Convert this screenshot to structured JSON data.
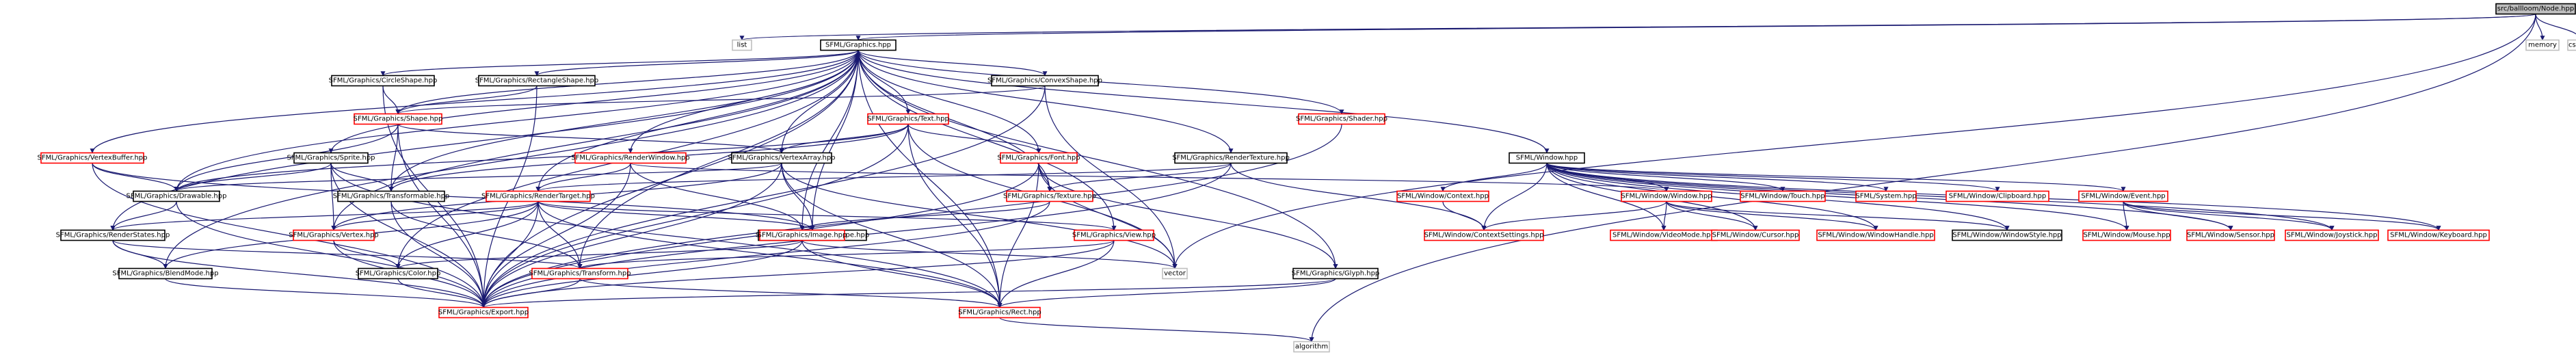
{
  "colors": {
    "edge": "#191970",
    "border_black": "#000000",
    "border_gray": "#bfbfbf",
    "border_red": "#ff0000",
    "root_fill": "#bfbfbf",
    "fill": "#ffffff",
    "text": "#000000"
  },
  "nodes": [
    {
      "id": "root",
      "label": "src/ballloom/Node.hpp",
      "kind": "root"
    },
    {
      "id": "list",
      "label": "list",
      "kind": "gray"
    },
    {
      "id": "memory",
      "label": "memory",
      "kind": "gray"
    },
    {
      "id": "cstdint",
      "label": "cstdint",
      "kind": "gray"
    },
    {
      "id": "graphics",
      "label": "SFML/Graphics.hpp",
      "kind": "black"
    },
    {
      "id": "circleshape",
      "label": "SFML/Graphics/CircleShape.hpp",
      "kind": "black"
    },
    {
      "id": "rectshape",
      "label": "SFML/Graphics/RectangleShape.hpp",
      "kind": "black"
    },
    {
      "id": "convexshape",
      "label": "SFML/Graphics/ConvexShape.hpp",
      "kind": "black"
    },
    {
      "id": "shape",
      "label": "SFML/Graphics/Shape.hpp",
      "kind": "red"
    },
    {
      "id": "text",
      "label": "SFML/Graphics/Text.hpp",
      "kind": "red"
    },
    {
      "id": "shader",
      "label": "SFML/Graphics/Shader.hpp",
      "kind": "red"
    },
    {
      "id": "vertexbuffer",
      "label": "SFML/Graphics/VertexBuffer.hpp",
      "kind": "red"
    },
    {
      "id": "sprite",
      "label": "SFML/Graphics/Sprite.hpp",
      "kind": "black"
    },
    {
      "id": "renderwindow",
      "label": "SFML/Graphics/RenderWindow.hpp",
      "kind": "red"
    },
    {
      "id": "vertexarray",
      "label": "SFML/Graphics/VertexArray.hpp",
      "kind": "black"
    },
    {
      "id": "font",
      "label": "SFML/Graphics/Font.hpp",
      "kind": "red"
    },
    {
      "id": "rendertexture",
      "label": "SFML/Graphics/RenderTexture.hpp",
      "kind": "black"
    },
    {
      "id": "drawable",
      "label": "SFML/Graphics/Drawable.hpp",
      "kind": "black"
    },
    {
      "id": "transformable",
      "label": "SFML/Graphics/Transformable.hpp",
      "kind": "black"
    },
    {
      "id": "rendertarget",
      "label": "SFML/Graphics/RenderTarget.hpp",
      "kind": "red"
    },
    {
      "id": "texture",
      "label": "SFML/Graphics/Texture.hpp",
      "kind": "red"
    },
    {
      "id": "renderstates",
      "label": "SFML/Graphics/RenderStates.hpp",
      "kind": "black"
    },
    {
      "id": "vertex",
      "label": "SFML/Graphics/Vertex.hpp",
      "kind": "red"
    },
    {
      "id": "primitivetype",
      "label": "SFML/Graphics/PrimitiveType.hpp",
      "kind": "black"
    },
    {
      "id": "image",
      "label": "SFML/Graphics/Image.hpp",
      "kind": "red"
    },
    {
      "id": "view",
      "label": "SFML/Graphics/View.hpp",
      "kind": "red"
    },
    {
      "id": "blendmode",
      "label": "SFML/Graphics/BlendMode.hpp",
      "kind": "black"
    },
    {
      "id": "color",
      "label": "SFML/Graphics/Color.hpp",
      "kind": "black"
    },
    {
      "id": "transform",
      "label": "SFML/Graphics/Transform.hpp",
      "kind": "red"
    },
    {
      "id": "vector",
      "label": "vector",
      "kind": "gray"
    },
    {
      "id": "glyph",
      "label": "SFML/Graphics/Glyph.hpp",
      "kind": "black"
    },
    {
      "id": "export",
      "label": "SFML/Graphics/Export.hpp",
      "kind": "red"
    },
    {
      "id": "rect",
      "label": "SFML/Graphics/Rect.hpp",
      "kind": "red"
    },
    {
      "id": "algorithm",
      "label": "algorithm",
      "kind": "gray"
    },
    {
      "id": "window",
      "label": "SFML/Window.hpp",
      "kind": "black"
    },
    {
      "id": "wcontext",
      "label": "SFML/Window/Context.hpp",
      "kind": "red"
    },
    {
      "id": "wwindow",
      "label": "SFML/Window/Window.hpp",
      "kind": "red"
    },
    {
      "id": "wtouch",
      "label": "SFML/Window/Touch.hpp",
      "kind": "red"
    },
    {
      "id": "system",
      "label": "SFML/System.hpp",
      "kind": "red"
    },
    {
      "id": "wclipboard",
      "label": "SFML/Window/Clipboard.hpp",
      "kind": "red"
    },
    {
      "id": "wevent",
      "label": "SFML/Window/Event.hpp",
      "kind": "red"
    },
    {
      "id": "wcontextsettings",
      "label": "SFML/Window/ContextSettings.hpp",
      "kind": "red"
    },
    {
      "id": "wvideomode",
      "label": "SFML/Window/VideoMode.hpp",
      "kind": "red"
    },
    {
      "id": "wcursor",
      "label": "SFML/Window/Cursor.hpp",
      "kind": "red"
    },
    {
      "id": "wwindowhandle",
      "label": "SFML/Window/WindowHandle.hpp",
      "kind": "red"
    },
    {
      "id": "wwindowstyle",
      "label": "SFML/Window/WindowStyle.hpp",
      "kind": "black"
    },
    {
      "id": "wmouse",
      "label": "SFML/Window/Mouse.hpp",
      "kind": "red"
    },
    {
      "id": "wsensor",
      "label": "SFML/Window/Sensor.hpp",
      "kind": "red"
    },
    {
      "id": "wjoystick",
      "label": "SFML/Window/Joystick.hpp",
      "kind": "red"
    },
    {
      "id": "wkeyboard",
      "label": "SFML/Window/Keyboard.hpp",
      "kind": "red"
    }
  ],
  "edges": [
    [
      "root",
      "list"
    ],
    [
      "root",
      "graphics"
    ],
    [
      "root",
      "memory"
    ],
    [
      "root",
      "cstdint"
    ],
    [
      "root",
      "vector"
    ],
    [
      "root",
      "algorithm"
    ],
    [
      "graphics",
      "circleshape"
    ],
    [
      "graphics",
      "rectshape"
    ],
    [
      "graphics",
      "convexshape"
    ],
    [
      "graphics",
      "shape"
    ],
    [
      "graphics",
      "text"
    ],
    [
      "graphics",
      "shader"
    ],
    [
      "graphics",
      "vertexbuffer"
    ],
    [
      "graphics",
      "sprite"
    ],
    [
      "graphics",
      "renderwindow"
    ],
    [
      "graphics",
      "vertexarray"
    ],
    [
      "graphics",
      "font"
    ],
    [
      "graphics",
      "rendertexture"
    ],
    [
      "graphics",
      "drawable"
    ],
    [
      "graphics",
      "transformable"
    ],
    [
      "graphics",
      "rendertarget"
    ],
    [
      "graphics",
      "texture"
    ],
    [
      "graphics",
      "renderstates"
    ],
    [
      "graphics",
      "vertex"
    ],
    [
      "graphics",
      "primitivetype"
    ],
    [
      "graphics",
      "image"
    ],
    [
      "graphics",
      "view"
    ],
    [
      "graphics",
      "blendmode"
    ],
    [
      "graphics",
      "color"
    ],
    [
      "graphics",
      "transform"
    ],
    [
      "graphics",
      "glyph"
    ],
    [
      "graphics",
      "export"
    ],
    [
      "graphics",
      "rect"
    ],
    [
      "graphics",
      "window"
    ],
    [
      "circleshape",
      "shape"
    ],
    [
      "circleshape",
      "export"
    ],
    [
      "rectshape",
      "shape"
    ],
    [
      "rectshape",
      "export"
    ],
    [
      "convexshape",
      "shape"
    ],
    [
      "convexshape",
      "export"
    ],
    [
      "convexshape",
      "vector"
    ],
    [
      "shape",
      "drawable"
    ],
    [
      "shape",
      "transformable"
    ],
    [
      "shape",
      "vertexarray"
    ],
    [
      "shape",
      "export"
    ],
    [
      "text",
      "drawable"
    ],
    [
      "text",
      "transformable"
    ],
    [
      "text",
      "font"
    ],
    [
      "text",
      "vertexarray"
    ],
    [
      "text",
      "export"
    ],
    [
      "text",
      "rect"
    ],
    [
      "text",
      "vector"
    ],
    [
      "shader",
      "export"
    ],
    [
      "vertexbuffer",
      "drawable"
    ],
    [
      "vertexbuffer",
      "primitivetype"
    ],
    [
      "vertexbuffer",
      "export"
    ],
    [
      "sprite",
      "drawable"
    ],
    [
      "sprite",
      "transformable"
    ],
    [
      "sprite",
      "vertex"
    ],
    [
      "sprite",
      "export"
    ],
    [
      "sprite",
      "rect"
    ],
    [
      "renderwindow",
      "rendertarget"
    ],
    [
      "renderwindow",
      "image"
    ],
    [
      "renderwindow",
      "wwindow"
    ],
    [
      "renderwindow",
      "export"
    ],
    [
      "vertexarray",
      "drawable"
    ],
    [
      "vertexarray",
      "vertex"
    ],
    [
      "vertexarray",
      "primitivetype"
    ],
    [
      "vertexarray",
      "export"
    ],
    [
      "vertexarray",
      "rect"
    ],
    [
      "vertexarray",
      "vector"
    ],
    [
      "font",
      "glyph"
    ],
    [
      "font",
      "texture"
    ],
    [
      "font",
      "export"
    ],
    [
      "font",
      "rect"
    ],
    [
      "font",
      "vector"
    ],
    [
      "rendertexture",
      "rendertarget"
    ],
    [
      "rendertexture",
      "texture"
    ],
    [
      "rendertexture",
      "wcontextsettings"
    ],
    [
      "rendertexture",
      "export"
    ],
    [
      "drawable",
      "renderstates"
    ],
    [
      "drawable",
      "export"
    ],
    [
      "transformable",
      "transform"
    ],
    [
      "transformable",
      "export"
    ],
    [
      "rendertarget",
      "renderstates"
    ],
    [
      "rendertarget",
      "vertex"
    ],
    [
      "rendertarget",
      "primitivetype"
    ],
    [
      "rendertarget",
      "view"
    ],
    [
      "rendertarget",
      "blendmode"
    ],
    [
      "rendertarget",
      "color"
    ],
    [
      "rendertarget",
      "transform"
    ],
    [
      "rendertarget",
      "export"
    ],
    [
      "rendertarget",
      "rect"
    ],
    [
      "texture",
      "image"
    ],
    [
      "texture",
      "export"
    ],
    [
      "renderstates",
      "blendmode"
    ],
    [
      "renderstates",
      "transform"
    ],
    [
      "renderstates",
      "export"
    ],
    [
      "vertex",
      "color"
    ],
    [
      "vertex",
      "export"
    ],
    [
      "image",
      "color"
    ],
    [
      "image",
      "export"
    ],
    [
      "image",
      "rect"
    ],
    [
      "image",
      "vector"
    ],
    [
      "view",
      "transform"
    ],
    [
      "view",
      "export"
    ],
    [
      "view",
      "rect"
    ],
    [
      "blendmode",
      "export"
    ],
    [
      "color",
      "export"
    ],
    [
      "transform",
      "export"
    ],
    [
      "transform",
      "rect"
    ],
    [
      "glyph",
      "export"
    ],
    [
      "glyph",
      "rect"
    ],
    [
      "rect",
      "algorithm"
    ],
    [
      "window",
      "wcontext"
    ],
    [
      "window",
      "wwindow"
    ],
    [
      "window",
      "wtouch"
    ],
    [
      "window",
      "system"
    ],
    [
      "window",
      "wclipboard"
    ],
    [
      "window",
      "wevent"
    ],
    [
      "window",
      "wcontextsettings"
    ],
    [
      "window",
      "wvideomode"
    ],
    [
      "window",
      "wcursor"
    ],
    [
      "window",
      "wwindowhandle"
    ],
    [
      "window",
      "wwindowstyle"
    ],
    [
      "window",
      "wmouse"
    ],
    [
      "window",
      "wsensor"
    ],
    [
      "window",
      "wjoystick"
    ],
    [
      "window",
      "wkeyboard"
    ],
    [
      "wcontext",
      "wcontextsettings"
    ],
    [
      "wwindow",
      "wcontextsettings"
    ],
    [
      "wwindow",
      "wvideomode"
    ],
    [
      "wwindow",
      "wcursor"
    ],
    [
      "wwindow",
      "wwindowhandle"
    ],
    [
      "wwindow",
      "wwindowstyle"
    ],
    [
      "wevent",
      "wmouse"
    ],
    [
      "wevent",
      "wsensor"
    ],
    [
      "wevent",
      "wjoystick"
    ],
    [
      "wevent",
      "wkeyboard"
    ]
  ]
}
